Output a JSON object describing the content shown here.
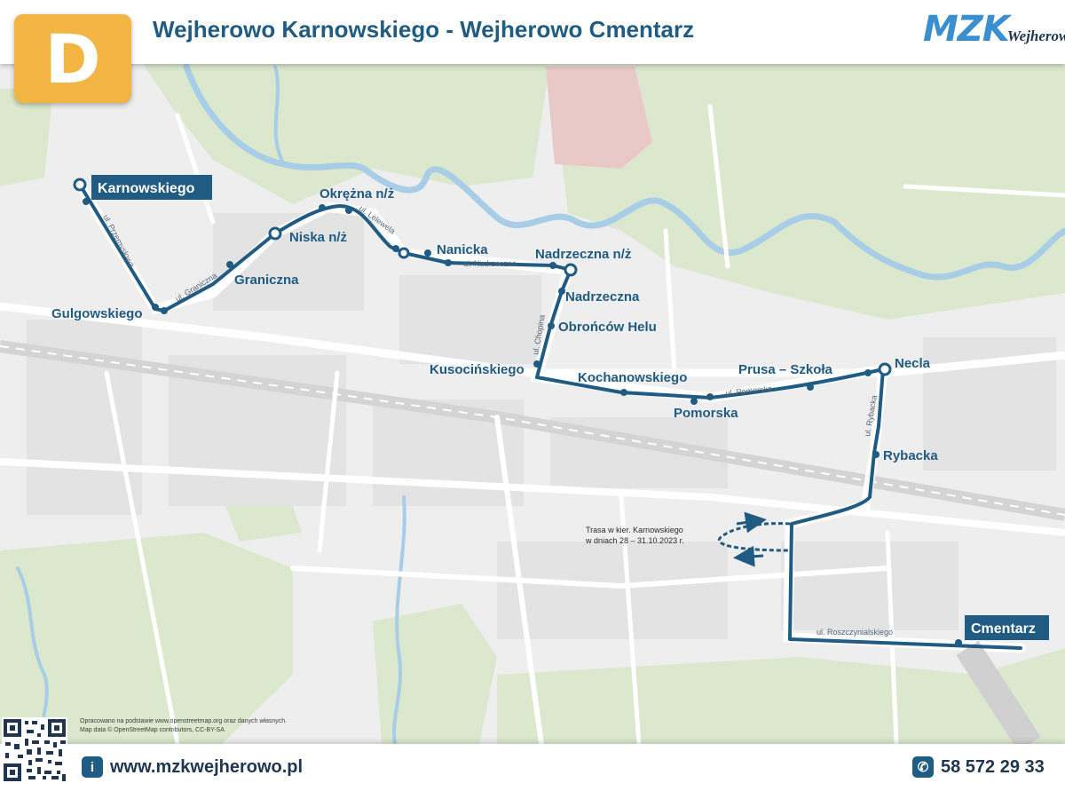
{
  "header": {
    "line": "D",
    "title": "Wejherowo Karnowskiego - Wejherowo Cmentarz",
    "logo_main": "MZK",
    "logo_city": "Wejherowo"
  },
  "stops": {
    "karnowskiego": "Karnowskiego",
    "gulgowskiego": "Gulgowskiego",
    "graniczna": "Graniczna",
    "niska": "Niska n/ż",
    "okrezna": "Okrężna n/ż",
    "nanicka": "Nanicka",
    "nadrzeczna_nz": "Nadrzeczna n/ż",
    "nadrzeczna": "Nadrzeczna",
    "obroncow": "Obrońców Helu",
    "kusocinskiego": "Kusocińskiego",
    "kochanowskiego": "Kochanowskiego",
    "pomorska": "Pomorska",
    "prusa": "Prusa – Szkoła",
    "necla": "Necla",
    "rybacka": "Rybacka",
    "cmentarz": "Cmentarz"
  },
  "streets": {
    "przemyslowa": "ul. Przemysłowa",
    "graniczna": "ul. Graniczna",
    "lelewela": "ul. Lelewela",
    "nadrzeczna": "ul. Nadrzeczna",
    "chopina": "ul. Chopina",
    "pomorska": "ul. Pomorska",
    "rybacka": "ul. Rybacka",
    "roszczynialskiego": "ul. Roszczynialskiego"
  },
  "detour_note": {
    "line1": "Trasa w kier. Karnowskiego",
    "line2": "w dniach 28 – 31.10.2023 r."
  },
  "footer": {
    "attribution_1": "Opracowano na podstawie www.openstreetmap.org oraz danych własnych.",
    "attribution_2": "Map data © OpenStreetMap contributors, CC-BY-SA",
    "website": "www.mzkwejherowo.pl",
    "phone": "58 572 29 33",
    "info_icon_glyph": "i",
    "phone_icon_glyph": "✆"
  },
  "colors": {
    "route": "#1f5b82",
    "badge": "#f2b544",
    "river": "#a8cde6",
    "green": "#dbe8cd",
    "road": "#ffffff"
  }
}
